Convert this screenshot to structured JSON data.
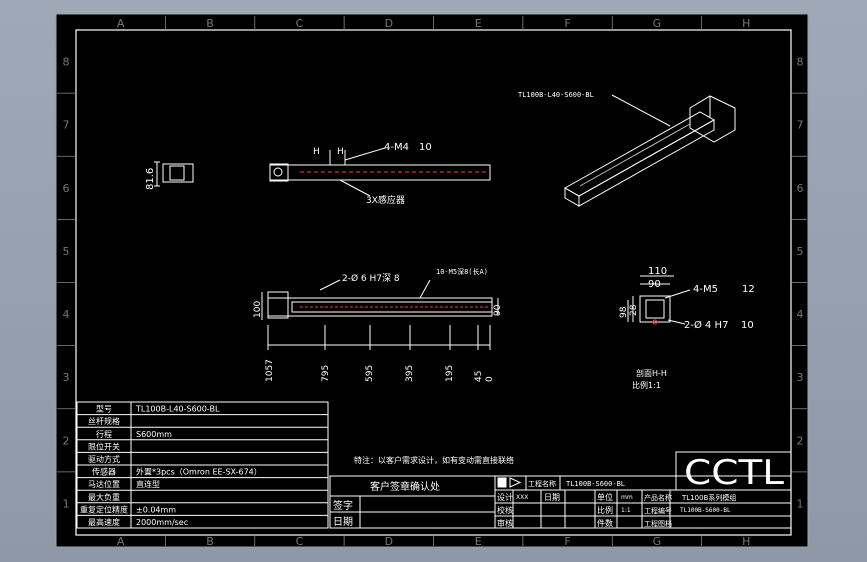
{
  "grid": {
    "columns": [
      "A",
      "B",
      "C",
      "D",
      "E",
      "F",
      "G",
      "H"
    ],
    "rows": [
      "8",
      "7",
      "6",
      "5",
      "4",
      "3",
      "2",
      "1"
    ]
  },
  "views": {
    "side_height": "81.6",
    "top_h_left": "H",
    "top_h_right": "H",
    "top_thread_note": "4-M4",
    "top_thread_depth": "10",
    "top_sensor_note": "3X感应器",
    "iso_part_label": "TL100B-L40-S600-BL",
    "front_hole_note": "2-Ø 6  H7深 8",
    "front_slot_note": "10-M5深8(长A)",
    "front_left_height": "100",
    "front_right_height": "90",
    "front_dims": [
      "1057",
      "795",
      "595",
      "395",
      "195",
      "45",
      "0"
    ],
    "section_top_width": "110",
    "section_width": "90",
    "section_h1": "98",
    "section_h2": "28",
    "section_thread_note": "4-M5",
    "section_thread_depth": "12",
    "section_pin_note": "2-Ø 4  H7",
    "section_pin_depth": "10",
    "section_caption": "剖面H-H",
    "section_scale": "比例1:1"
  },
  "spec_table": {
    "rows": [
      {
        "label": "型号",
        "value": "TL100B-L40-S600-BL"
      },
      {
        "label": "丝杆规格",
        "value": ""
      },
      {
        "label": "行程",
        "value": "S600mm"
      },
      {
        "label": "限位开关",
        "value": ""
      },
      {
        "label": "驱动方式",
        "value": ""
      },
      {
        "label": "传感器",
        "value": "外置*3pcs（Omron EE-SX-674）"
      },
      {
        "label": "马达位置",
        "value": "直连型"
      },
      {
        "label": "最大负重",
        "value": ""
      },
      {
        "label": "重复定位精度",
        "value": "±0.04mm"
      },
      {
        "label": "最高速度",
        "value": "2000mm/sec"
      }
    ]
  },
  "remark": "特注：以客户需求设计，如有变动需直接联络",
  "confirm_title": "客户签章确认处",
  "sign_label": "签字",
  "date_label": "日期",
  "title_block": {
    "logo": "CCTL",
    "drawing_no_label": "工程名称",
    "drawing_no_value": "TL100B-S600-BL",
    "designer_label": "设计",
    "designer_value": "XXX",
    "checker_label": "校核",
    "approver_label": "审核",
    "date_label": "日期",
    "unit_label": "单位",
    "unit_value": "mm",
    "scale_label": "比例",
    "scale_value": "1:1",
    "parts_label": "件数",
    "product_name_label": "产品名称",
    "product_name_value": "TL100B系列模组",
    "project_no_label": "工程编号",
    "project_no_value": "TL100B-S600-BL",
    "file_label": "工程图档"
  },
  "colors": {
    "background_gray": "#9ea8b6",
    "paper": "#000000",
    "line": "#ffffff",
    "accent_red": "#ff3b3b",
    "frame_gray": "#8a8f99"
  }
}
